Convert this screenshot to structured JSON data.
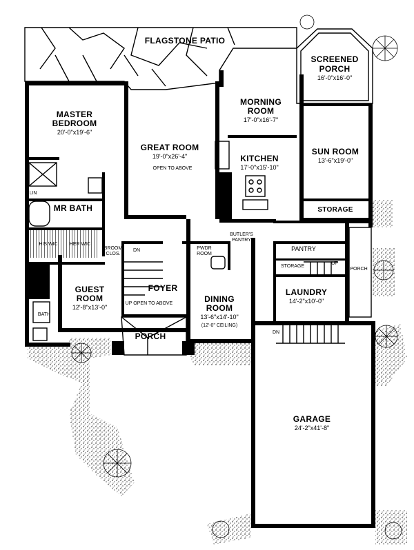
{
  "rooms": {
    "flagstone_patio": "FLAGSTONE PATIO",
    "screened_porch": {
      "name_1": "SCREENED",
      "name_2": "PORCH",
      "dims": "16'-0\"x16'-0\""
    },
    "morning_room": {
      "name_1": "MORNING",
      "name_2": "ROOM",
      "dims": "17'-0\"x16'-7\""
    },
    "master_bedroom": {
      "name_1": "MASTER",
      "name_2": "BEDROOM",
      "dims": "20'-0\"x19'-6\""
    },
    "great_room": {
      "name": "GREAT ROOM",
      "dims": "19'-0\"x26'-4\"",
      "note": "OPEN TO ABOVE"
    },
    "kitchen": {
      "name": "KITCHEN",
      "dims": "17'-0\"x15'-10\""
    },
    "sun_room": {
      "name": "SUN ROOM",
      "dims": "13'-6\"x19'-0\""
    },
    "storage_upper": "STORAGE",
    "lin": "LIN",
    "mr_bath": "MR BATH",
    "his_wic": "HIS WIC",
    "her_wic": "HER WIC",
    "broom_clos": {
      "line_1": "BROOM",
      "line_2": "CLOS."
    },
    "dn_stair": "DN",
    "pwdr_room": {
      "line_1": "PWDR",
      "line_2": "ROOM"
    },
    "butlers_pantry": {
      "line_1": "BUTLER'S",
      "line_2": "PANTRY"
    },
    "pantry": "PANTRY",
    "storage_lower": "STORAGE",
    "up_stair": "UP",
    "porch_side": "PORCH",
    "wic": "WIC",
    "guest_room": {
      "name_1": "GUEST",
      "name_2": "ROOM",
      "dims": "12'-8\"x13'-0\""
    },
    "foyer": {
      "name": "FOYER",
      "note": "UP  OPEN TO ABOVE"
    },
    "dining_room": {
      "name_1": "DINING",
      "name_2": "ROOM",
      "dims": "13'-6\"x14'-10\"",
      "note": "(12'-0\" CEILING)"
    },
    "laundry": {
      "name": "LAUNDRY",
      "dims": "14'-2\"x10'-0\""
    },
    "bath": "BATH",
    "porch_front": "PORCH",
    "dn_garage": "DN",
    "garage": {
      "name": "GARAGE",
      "dims": "24'-2\"x41'-8\""
    }
  }
}
